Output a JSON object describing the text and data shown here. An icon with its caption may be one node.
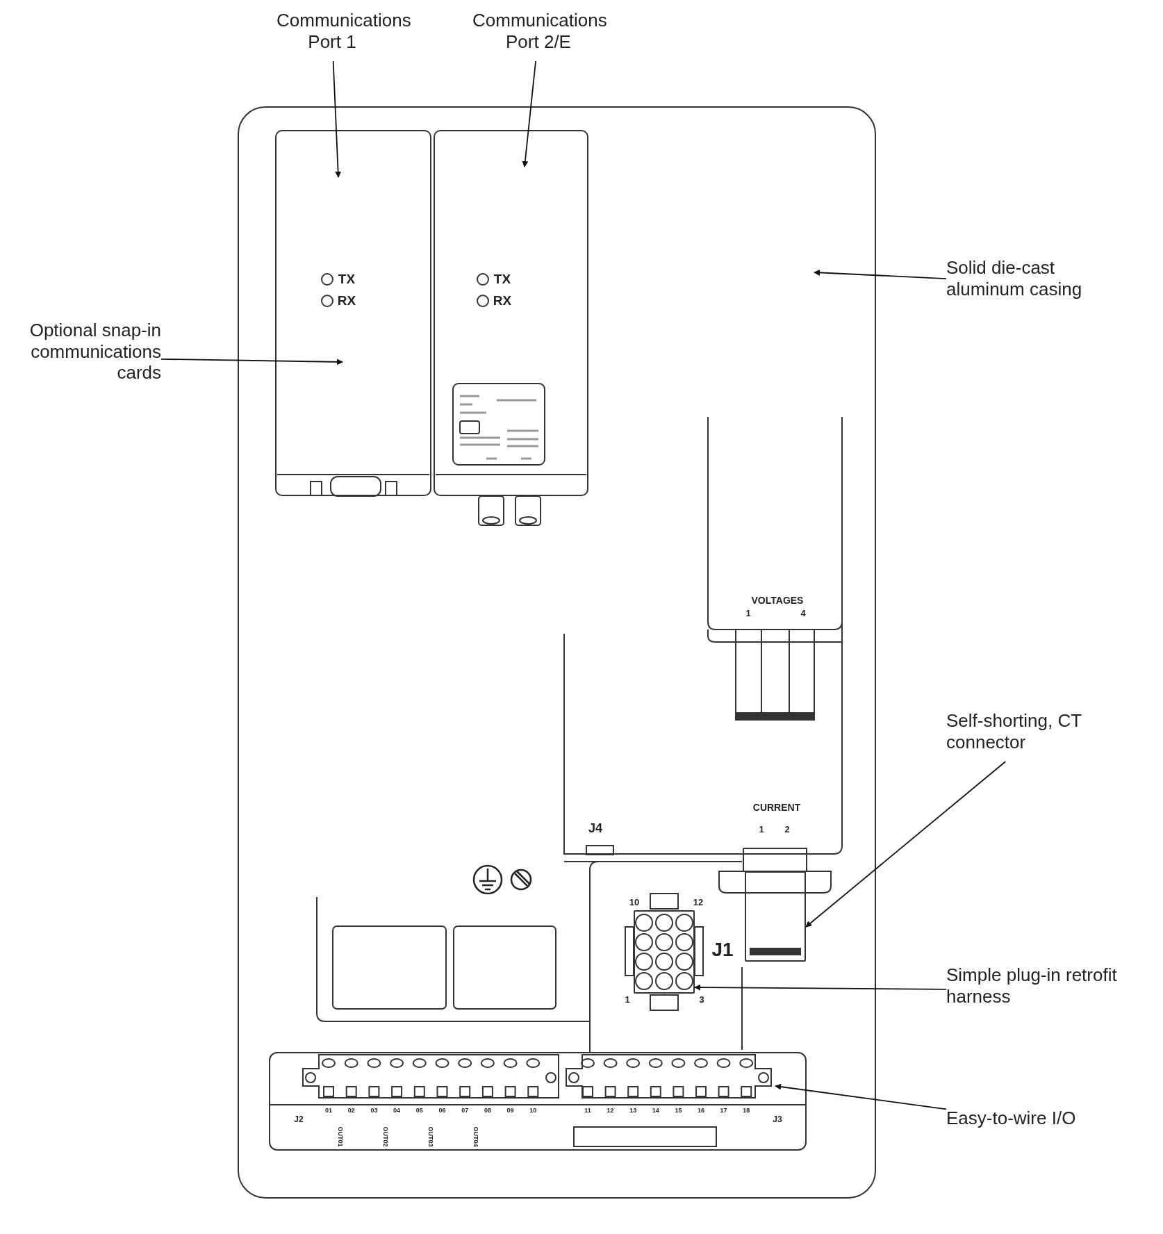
{
  "diagram": {
    "nodes": [
      {
        "text": [],
        "shape": "box"
      },
      {
        "text": [],
        "shape": "box",
        "in": 0
      },
      {
        "text": [],
        "shape": "box",
        "in": 0
      },
      {
        "text": [],
        "shape": "box",
        "in": 0
      },
      {
        "text": [],
        "shape": "box",
        "in": 0
      },
      {
        "text": [],
        "shape": "bar",
        "in": 0
      },
      {
        "text": [
          "Communications Port 1"
        ]
      },
      {
        "text": [
          "Communications Port 2/E"
        ]
      },
      {
        "text": [
          "Optional snap-in communications cards"
        ]
      },
      {
        "text": [
          "Solid die-cast aluminum casing"
        ]
      },
      {
        "text": [
          "Self-shorting, CT connector"
        ]
      },
      {
        "text": [
          "Simple plug-in retrofit harness"
        ]
      },
      {
        "text": [
          "Easy-to-wire I/O"
        ]
      }
    ],
    "edges": [
      {
        "from": 6,
        "to": 1,
        "arrow": "to"
      },
      {
        "from": 7,
        "to": 2,
        "arrow": "to"
      },
      {
        "from": 8,
        "to": 1,
        "arrow": "to"
      },
      {
        "from": 9,
        "to": 0,
        "arrow": "to"
      },
      {
        "from": 10,
        "to": 3,
        "arrow": "to"
      },
      {
        "from": 11,
        "to": 4,
        "arrow": "to"
      },
      {
        "from": 12,
        "to": 5,
        "arrow": "to"
      }
    ],
    "labels": [
      "TX",
      "RX",
      "TX",
      "RX",
      "VOLTAGES",
      "1",
      "4",
      "J4",
      "CURRENT",
      "1",
      "2",
      "10",
      "12",
      "J1",
      "1",
      "3",
      "J2",
      "01",
      "02",
      "03",
      "04",
      "05",
      "06",
      "07",
      "08",
      "09",
      "10",
      "OUT01",
      "OUT02",
      "OUT03",
      "OUT04",
      "J3",
      "11",
      "12",
      "13",
      "14",
      "15",
      "16",
      "17",
      "18"
    ]
  }
}
